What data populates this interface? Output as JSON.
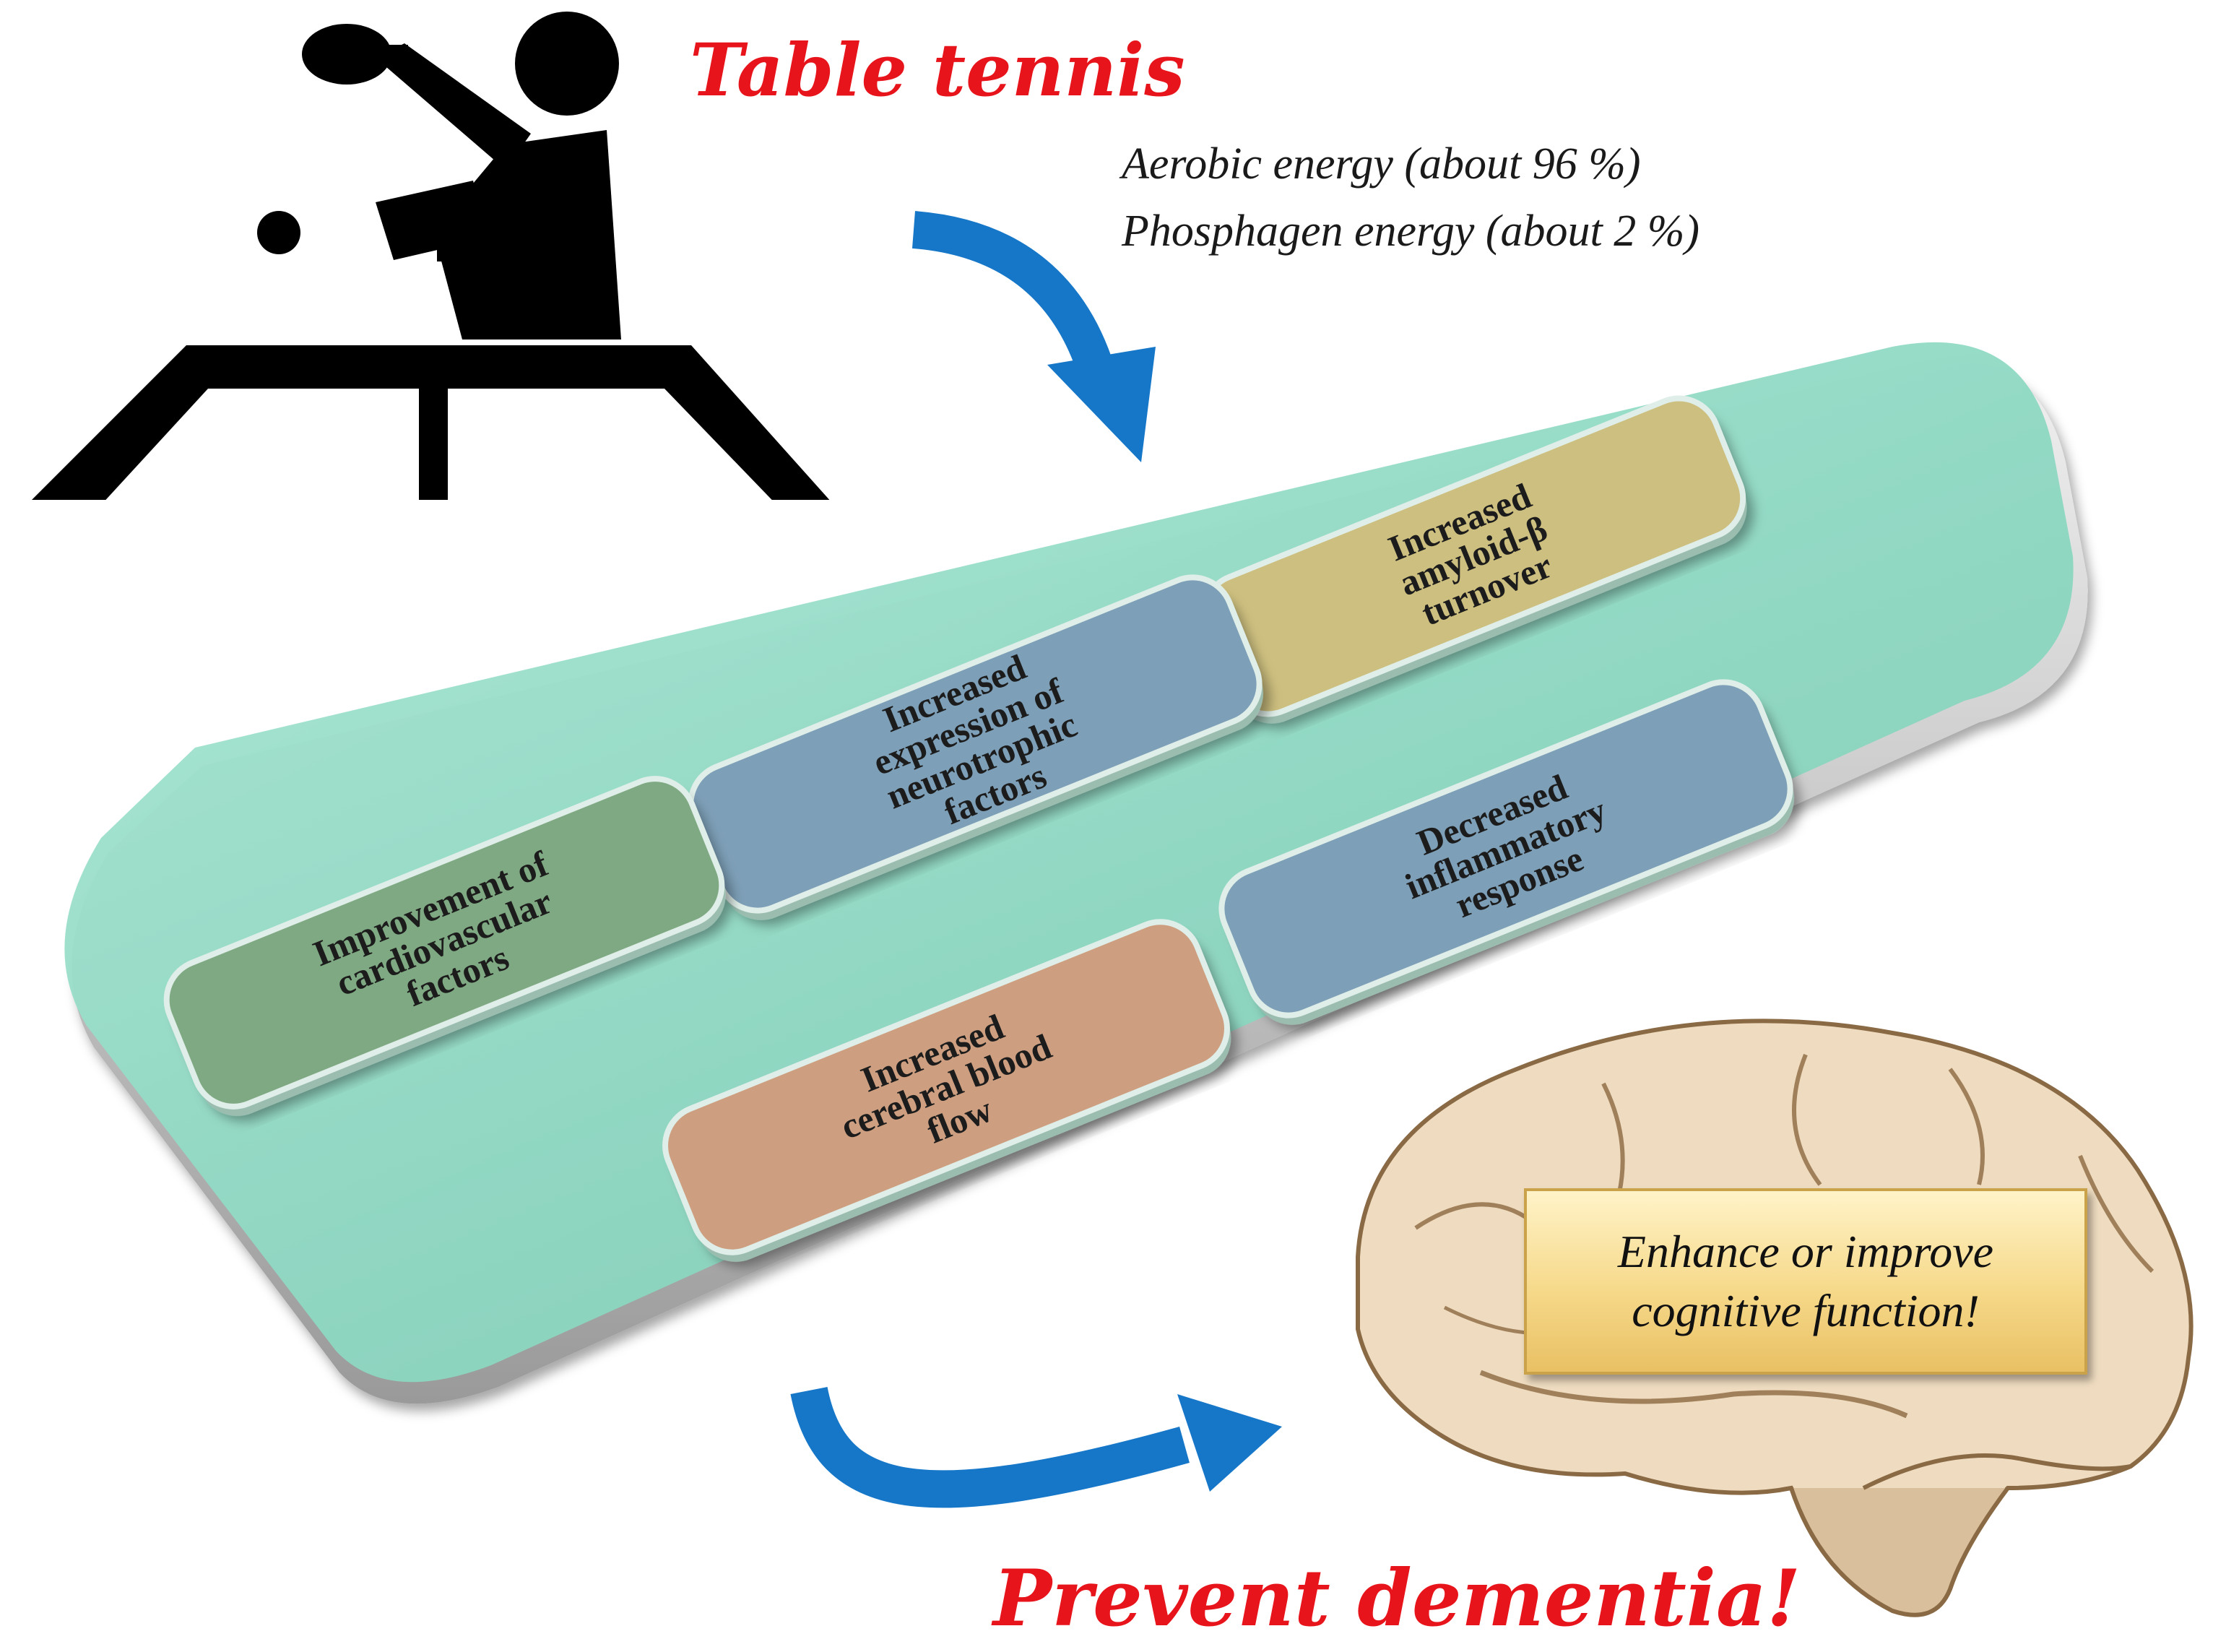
{
  "title": "Table tennis",
  "energy": {
    "aerobic": "Aerobic energy (about 96 %)",
    "phosphagen": "Phosphagen energy (about 2 %)"
  },
  "cards": [
    {
      "id": "amyloid",
      "lines": [
        "Increased",
        "amyloid-β",
        "turnover"
      ],
      "color": "#cdbf7f"
    },
    {
      "id": "neurotrophic",
      "lines": [
        "Increased",
        "expression of",
        "neurotrophic",
        "factors"
      ],
      "color": "#7d9fb7"
    },
    {
      "id": "cardiovascular",
      "lines": [
        "Improvement of",
        "cardiovascular",
        "factors"
      ],
      "color": "#7fa982"
    },
    {
      "id": "inflammatory",
      "lines": [
        "Decreased",
        "inflammatory",
        "response"
      ],
      "color": "#7d9fb7"
    },
    {
      "id": "blood-flow",
      "lines": [
        "Increased",
        "cerebral blood",
        "flow"
      ],
      "color": "#cd9f80"
    }
  ],
  "outcome": {
    "box_line1": "Enhance or improve",
    "box_line2": "cognitive function!",
    "conclusion": "Prevent dementia!"
  },
  "colors": {
    "title_red": "#e8141b",
    "arrow_blue": "#1677c8",
    "platform_teal": "#8fd9c3",
    "icon_black": "#000000"
  },
  "icons": [
    "table-tennis-player-icon",
    "curved-arrow-icon",
    "brain-illustration"
  ]
}
